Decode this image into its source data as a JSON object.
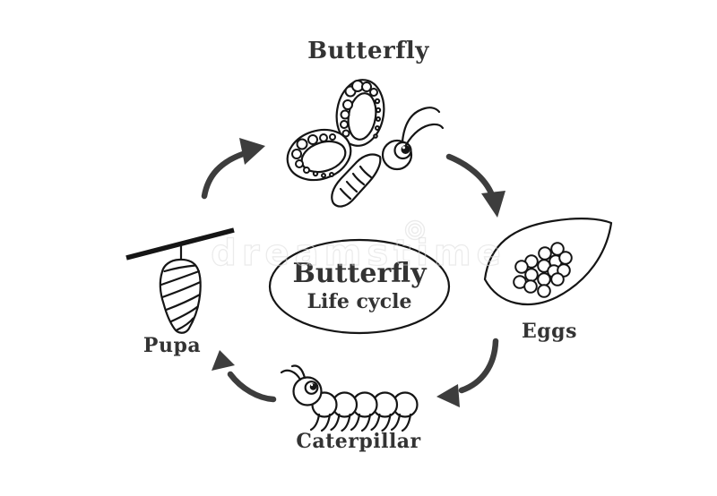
{
  "diagram": {
    "type": "cycle-diagram",
    "title": "Butterfly",
    "center": {
      "title": "Butterfly",
      "subtitle": "Life cycle"
    },
    "stages": [
      {
        "id": "butterfly",
        "label": "Butterfly",
        "position": "top"
      },
      {
        "id": "eggs",
        "label": "Eggs",
        "position": "right"
      },
      {
        "id": "caterpillar",
        "label": "Caterpillar",
        "position": "bottom"
      },
      {
        "id": "pupa",
        "label": "Pupa",
        "position": "left"
      }
    ],
    "watermark": "dreamstime",
    "colors": {
      "outline": "#151515",
      "arrow": "#3d3d3d",
      "text": "#333333",
      "background": "#ffffff"
    }
  }
}
